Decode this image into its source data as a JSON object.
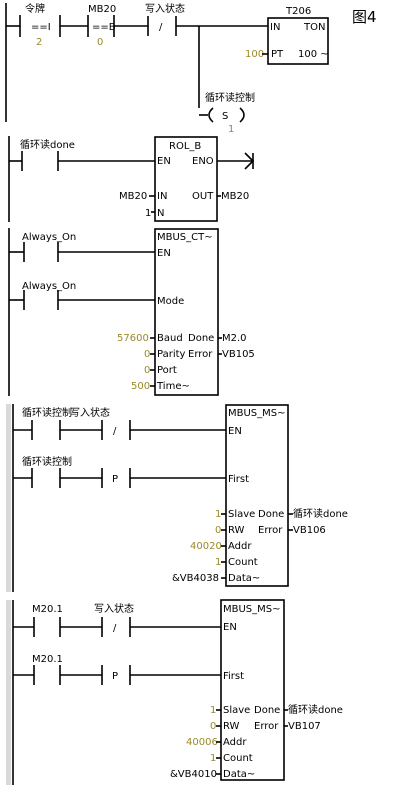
{
  "figure_label": "图4",
  "net1": {
    "contact1": {
      "name": "令牌",
      "op": "==I",
      "value": "2"
    },
    "contact2": {
      "name": "MB20",
      "op": "==B",
      "value": "0"
    },
    "contact3": {
      "name": "写入状态",
      "op": "/"
    },
    "timer": {
      "title": "T206",
      "in_pin": "IN",
      "type": "TON",
      "pt_pin": "PT",
      "pt_value": "100",
      "unit": "100 ~"
    },
    "coil": {
      "name": "循环读控制",
      "op": "S",
      "value": "1"
    }
  },
  "net2": {
    "contact": {
      "name": "循环读done"
    },
    "block": {
      "title": "ROL_B",
      "en": "EN",
      "eno": "ENO",
      "in_pin": "IN",
      "in_value": "MB20",
      "out_pin": "OUT",
      "out_value": "MB20",
      "n_pin": "N",
      "n_value": "1"
    }
  },
  "net3": {
    "contact1": {
      "name": "Always_On"
    },
    "contact2": {
      "name": "Always_On"
    },
    "block": {
      "title": "MBUS_CT~",
      "en": "EN",
      "mode": "Mode",
      "baud_pin": "Baud",
      "baud_value": "57600",
      "done_pin": "Done",
      "done_value": "M2.0",
      "parity_pin": "Parity",
      "parity_value": "0",
      "error_pin": "Error",
      "error_value": "VB105",
      "port_pin": "Port",
      "port_value": "0",
      "time_pin": "Time~",
      "time_value": "500"
    }
  },
  "net4": {
    "contact1": {
      "name": "循环读控制"
    },
    "contact2": {
      "name": "写入状态",
      "op": "/"
    },
    "contact3": {
      "name": "循环读控制"
    },
    "pulse": {
      "op": "P"
    },
    "block": {
      "title": "MBUS_MS~",
      "en": "EN",
      "first": "First",
      "slave_pin": "Slave",
      "slave_value": "1",
      "done_pin": "Done",
      "done_value": "循环读done",
      "rw_pin": "RW",
      "rw_value": "0",
      "error_pin": "Error",
      "error_value": "VB106",
      "addr_pin": "Addr",
      "addr_value": "40020",
      "count_pin": "Count",
      "count_value": "1",
      "data_pin": "Data~",
      "data_value": "&VB4038"
    }
  },
  "net5": {
    "contact1": {
      "name": "M20.1"
    },
    "contact2": {
      "name": "写入状态",
      "op": "/"
    },
    "contact3": {
      "name": "M20.1"
    },
    "pulse": {
      "op": "P"
    },
    "block": {
      "title": "MBUS_MS~",
      "en": "EN",
      "first": "First",
      "slave_pin": "Slave",
      "slave_value": "1",
      "done_pin": "Done",
      "done_value": "循环读done",
      "rw_pin": "RW",
      "rw_value": "0",
      "error_pin": "Error",
      "error_value": "VB107",
      "addr_pin": "Addr",
      "addr_value": "40006",
      "count_pin": "Count",
      "count_value": "1",
      "data_pin": "Data~",
      "data_value": "&VB4010"
    }
  }
}
